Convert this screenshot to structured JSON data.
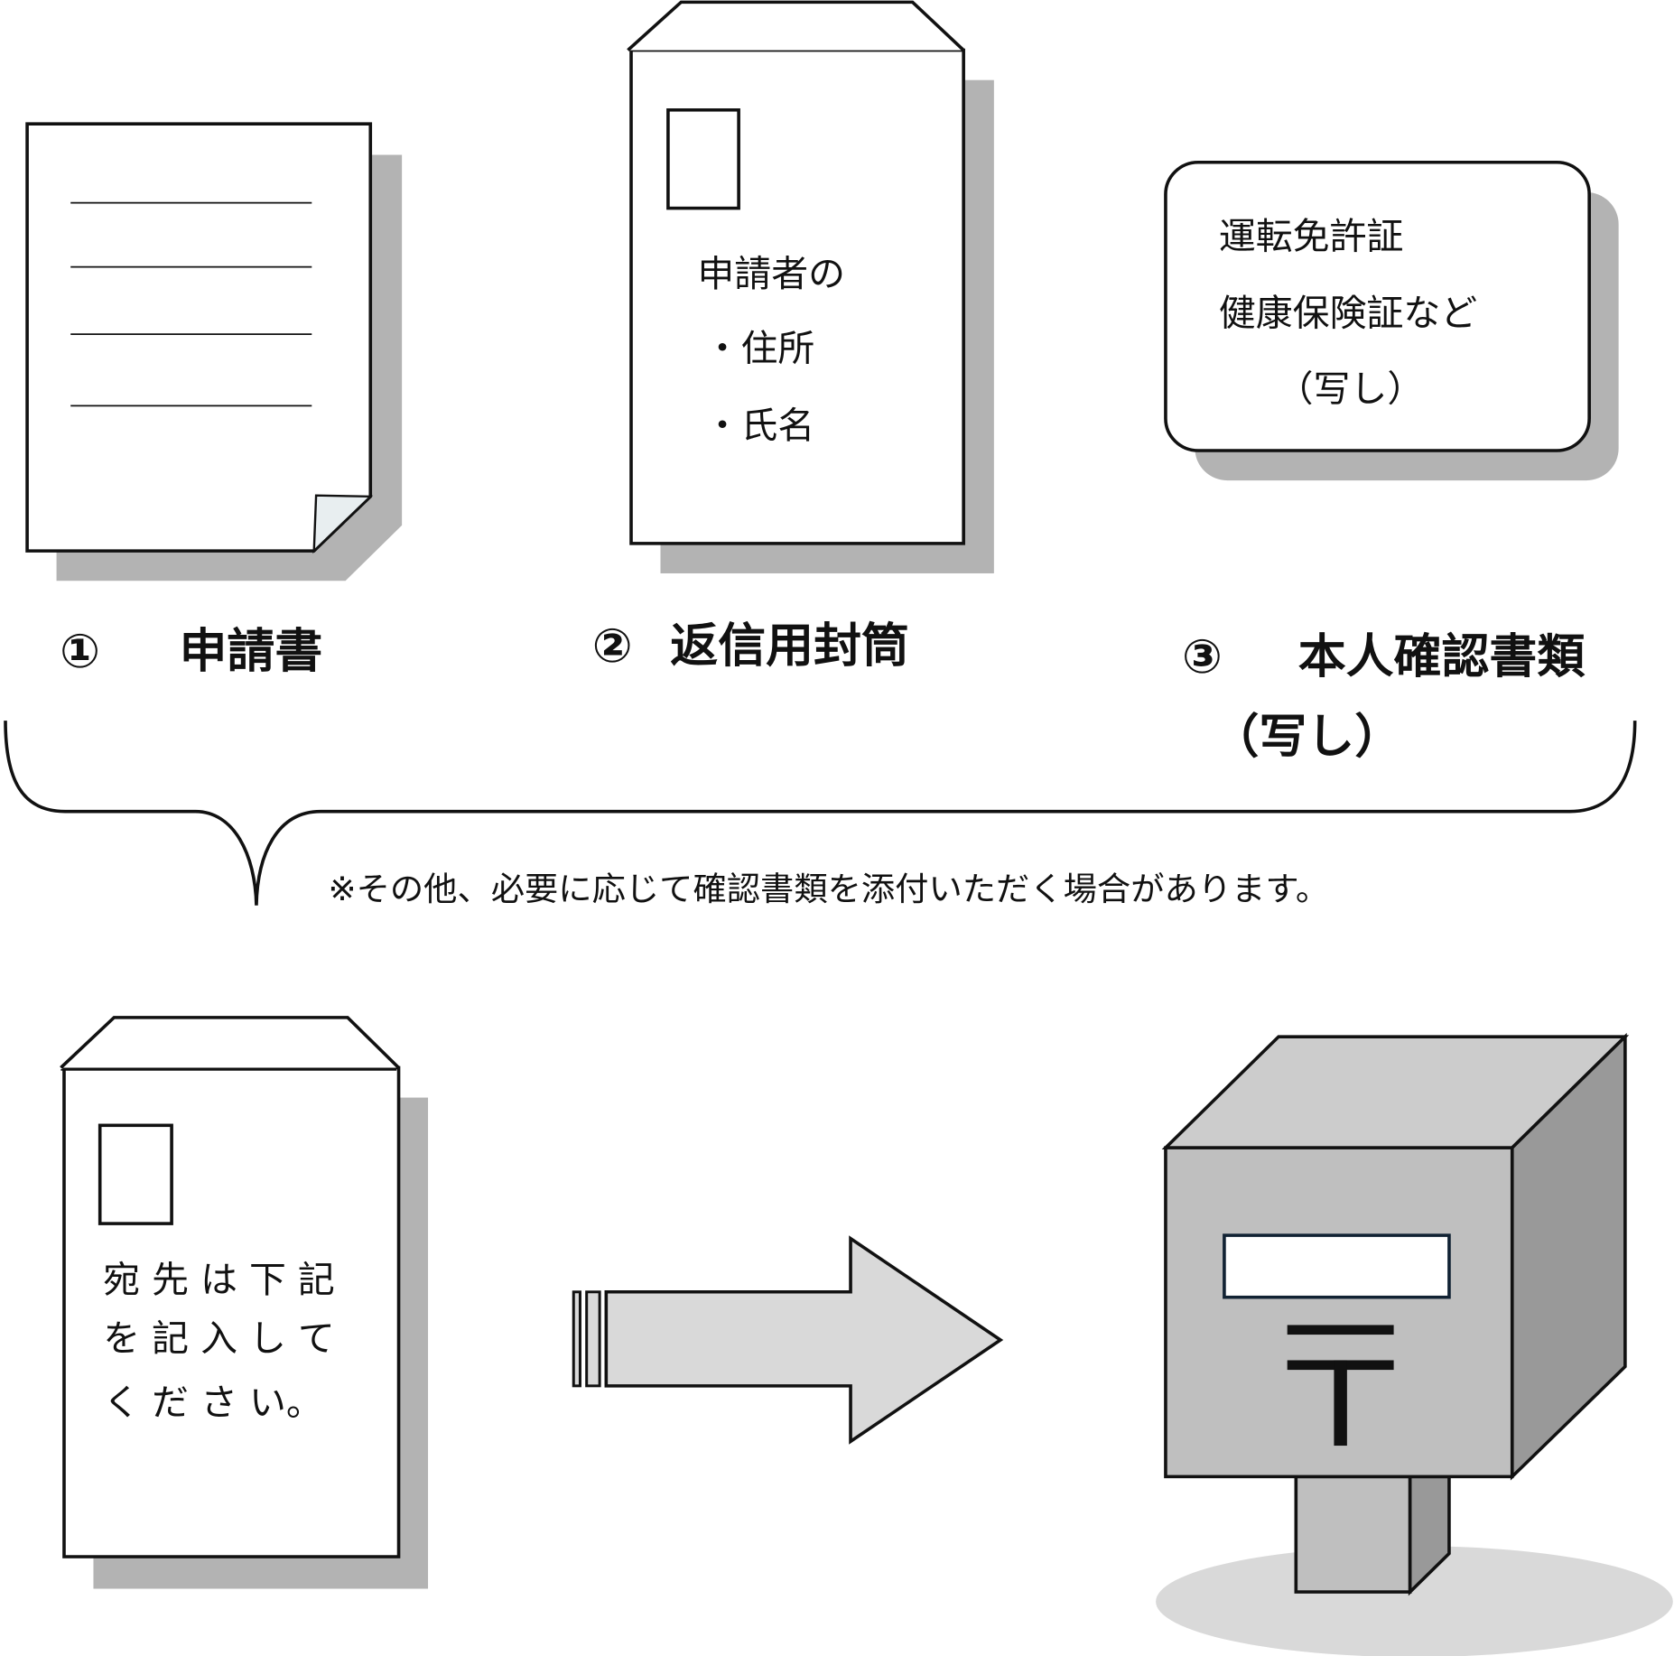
{
  "items": [
    {
      "number": "①",
      "label": "申請書"
    },
    {
      "number": "②",
      "label": "返信用封筒"
    },
    {
      "number": "③",
      "label": "本人確認書類",
      "label_line2": "（写し）"
    }
  ],
  "return_envelope": {
    "line1": "申請者の",
    "line2": "・住所",
    "line3": "・氏名"
  },
  "id_card": {
    "line1": "運転免許証",
    "line2": "健康保険証など",
    "line3": "（写し）"
  },
  "note": "※その他、必要に応じて確認書類を添付いただく場合があります。",
  "send_envelope": {
    "line1": "宛 先 は 下 記",
    "line2": "を 記 入 し て",
    "line3": "く だ さ い。"
  },
  "postbox": {
    "mark": "〒"
  },
  "colors": {
    "shadow": "#b3b3b3",
    "arrow": "#d9d9d9",
    "box_front": "#bfbfbf",
    "box_side": "#999999",
    "box_top": "#cccccc",
    "ground": "#d9d9d9"
  }
}
